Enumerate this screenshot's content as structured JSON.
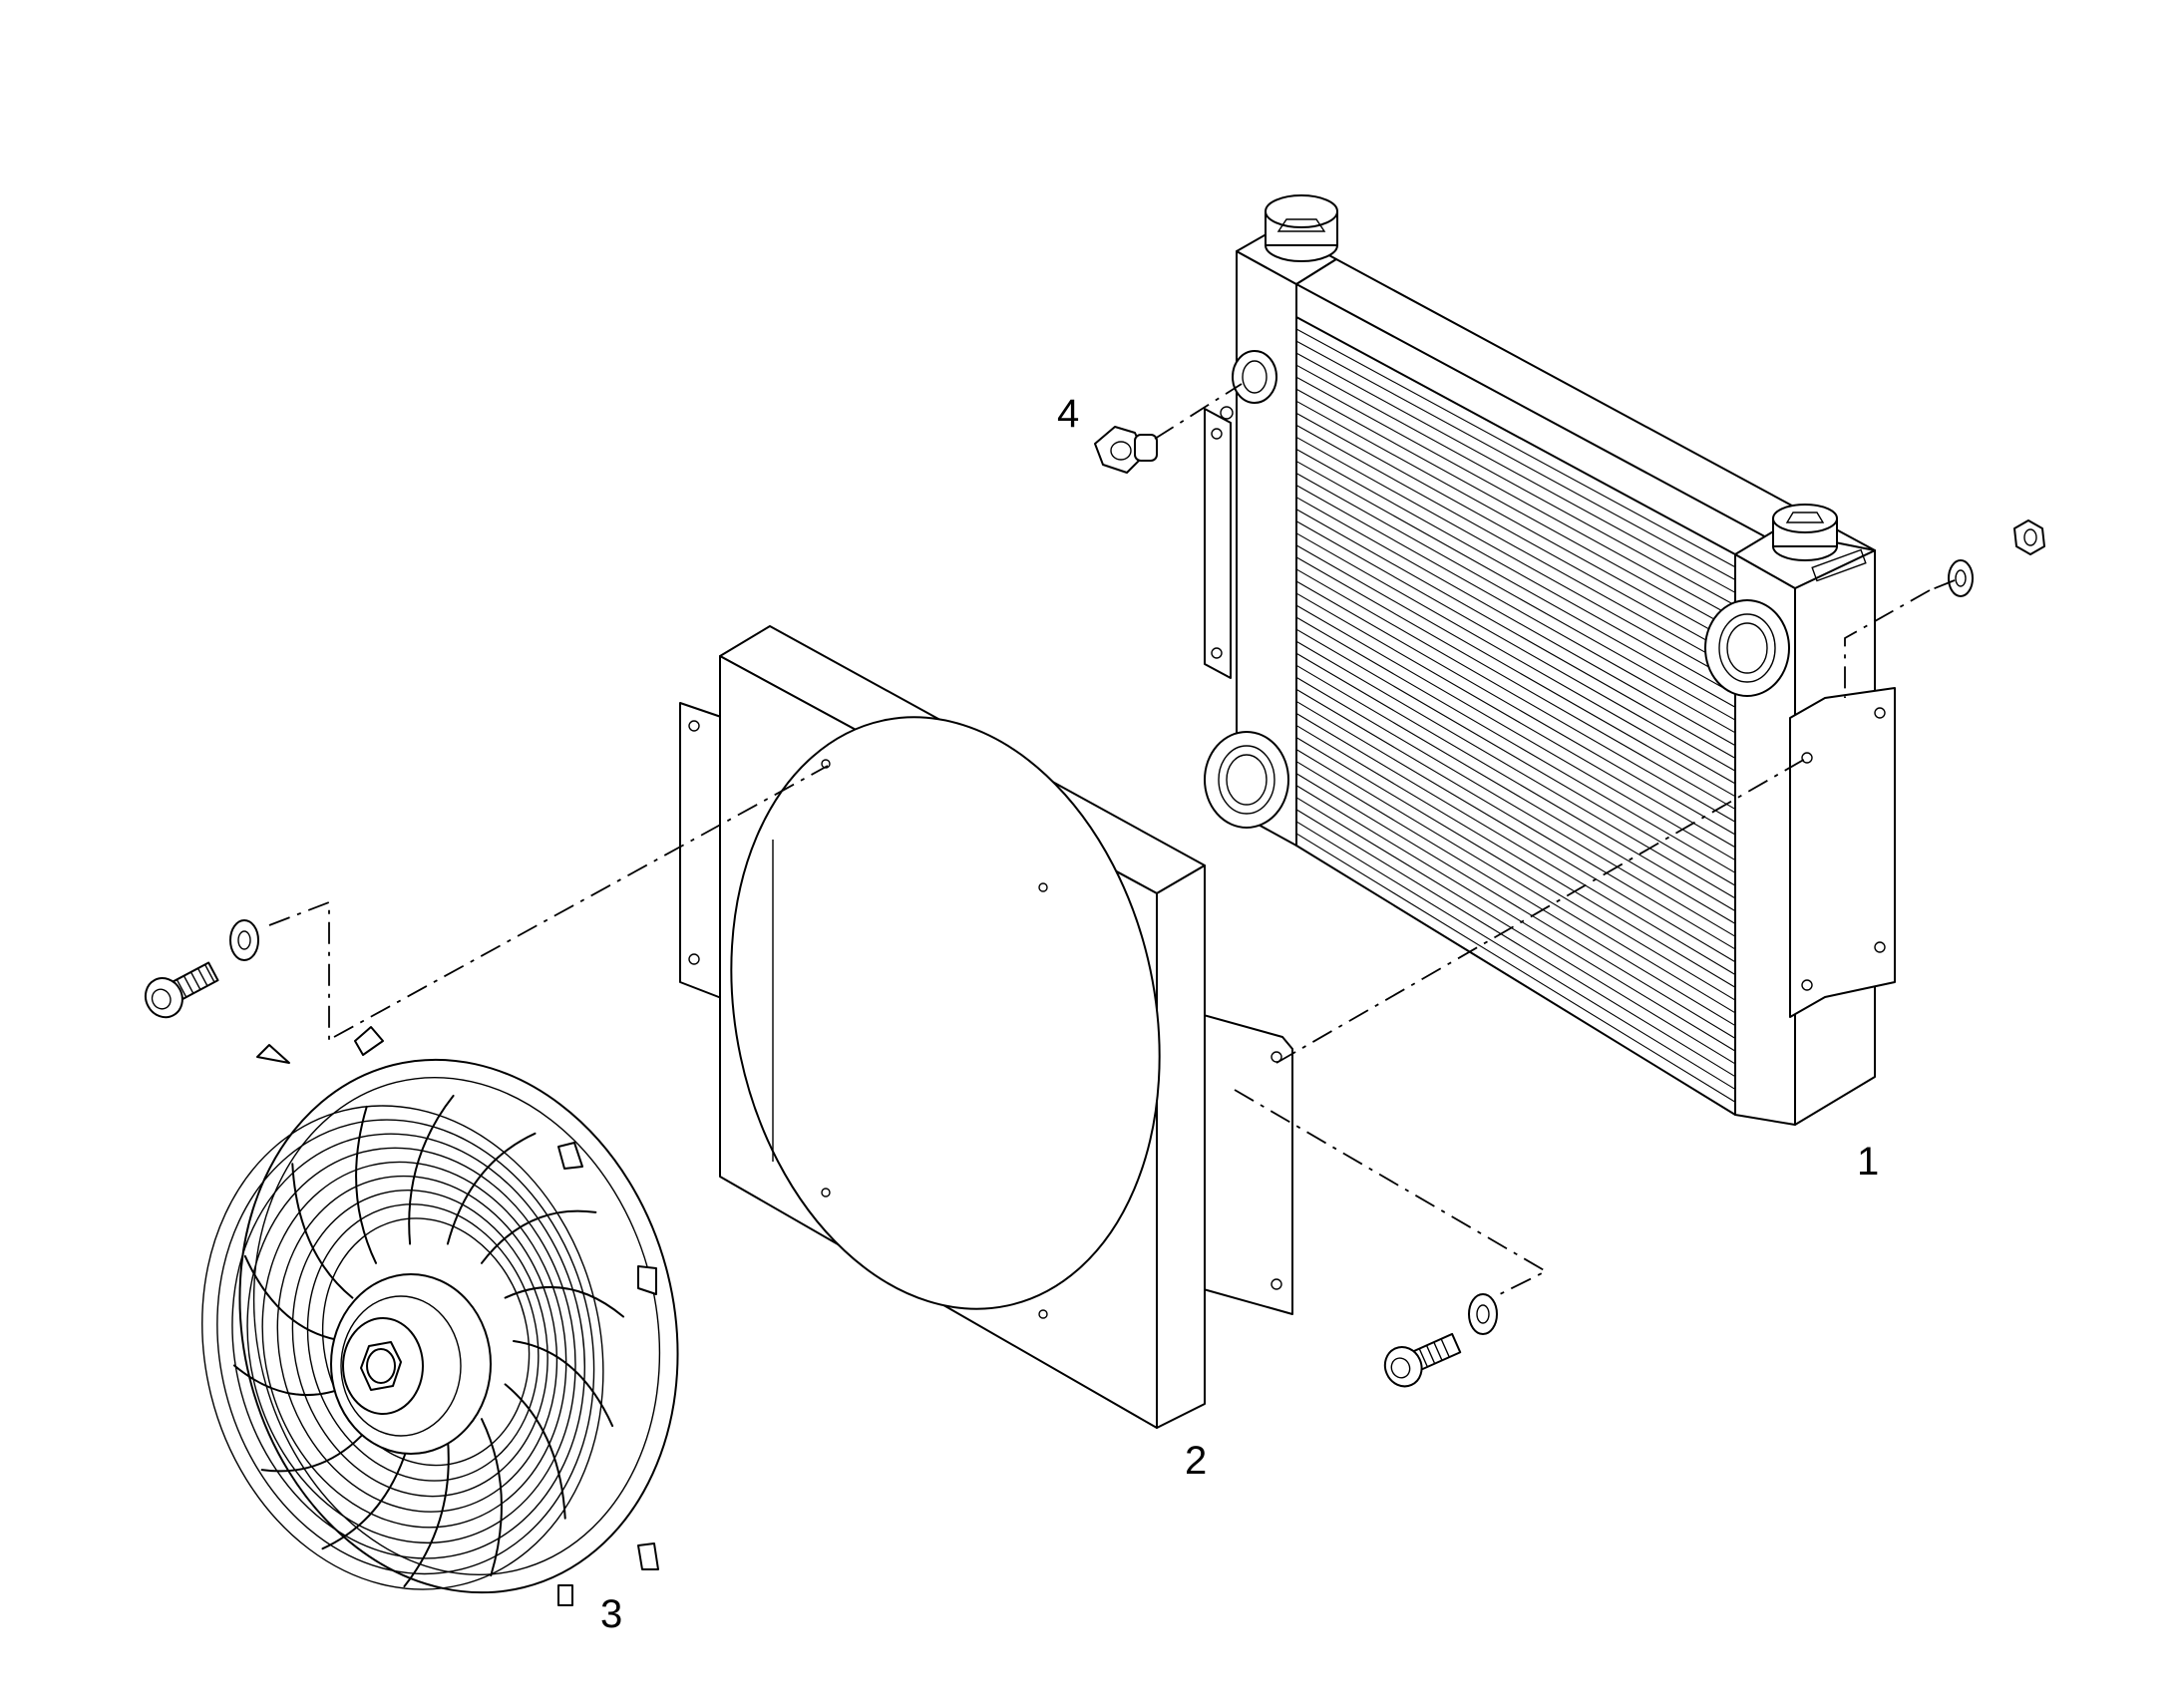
{
  "diagram": {
    "parts": [
      {
        "id": "radiator",
        "callout": "1"
      },
      {
        "id": "fan-shroud",
        "callout": "2"
      },
      {
        "id": "electric-fan",
        "callout": "3"
      },
      {
        "id": "plug-fitting",
        "callout": "4"
      }
    ]
  }
}
